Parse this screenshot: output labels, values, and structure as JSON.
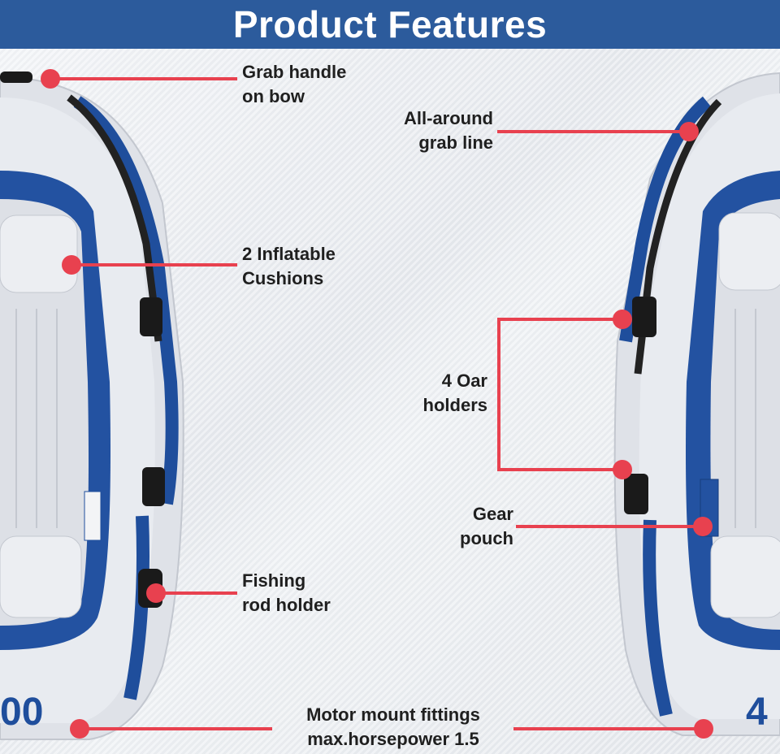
{
  "header": {
    "title": "Product Features"
  },
  "boat": {
    "model_left": "00",
    "model_right": "4"
  },
  "features": {
    "grab_handle": {
      "line1": "Grab handle",
      "line2": "on bow"
    },
    "grab_line": {
      "line1": "All-around",
      "line2": "grab line"
    },
    "cushions": {
      "line1": "2 Inflatable",
      "line2": "Cushions"
    },
    "oar_holders": {
      "line1": "4 Oar",
      "line2": "holders"
    },
    "gear_pouch": {
      "line1": "Gear",
      "line2": "pouch"
    },
    "rod_holder": {
      "line1": "Fishing",
      "line2": "rod holder"
    },
    "motor_mount": {
      "line1": "Motor mount fittings",
      "line2": "max.horsepower 1.5"
    }
  },
  "colors": {
    "header_bg": "#2c5b9c",
    "callout": "#e8414f",
    "boat_blue": "#1f4e9c",
    "boat_grey": "#d9dce2"
  }
}
